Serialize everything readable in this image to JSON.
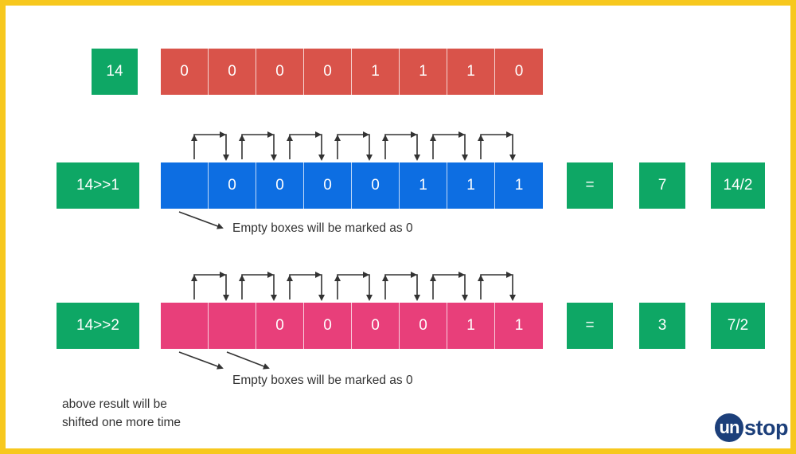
{
  "colors": {
    "border": "#f7c81e",
    "green": "#0ea765",
    "row1": "#d9534a",
    "row2": "#0d6ee2",
    "row3": "#e83f7a",
    "logo": "#1c3f7a"
  },
  "rows": [
    {
      "label": "14",
      "bits": [
        "0",
        "0",
        "0",
        "0",
        "1",
        "1",
        "1",
        "0"
      ]
    },
    {
      "label": "14>>1",
      "bits": [
        "",
        "0",
        "0",
        "0",
        "0",
        "1",
        "1",
        "1"
      ],
      "equals": "=",
      "result": "7",
      "expression": "14/2"
    },
    {
      "label": "14>>2",
      "bits": [
        "",
        "",
        "0",
        "0",
        "0",
        "0",
        "1",
        "1"
      ],
      "equals": "=",
      "result": "3",
      "expression": "7/2"
    }
  ],
  "notes": {
    "row2": "Empty boxes will be marked as 0",
    "row3": "Empty boxes will be marked as 0"
  },
  "footnote": {
    "line1": "above result will be",
    "line2": "shifted one more time"
  },
  "logo": {
    "circle_text": "un",
    "tail_text": "stop"
  }
}
